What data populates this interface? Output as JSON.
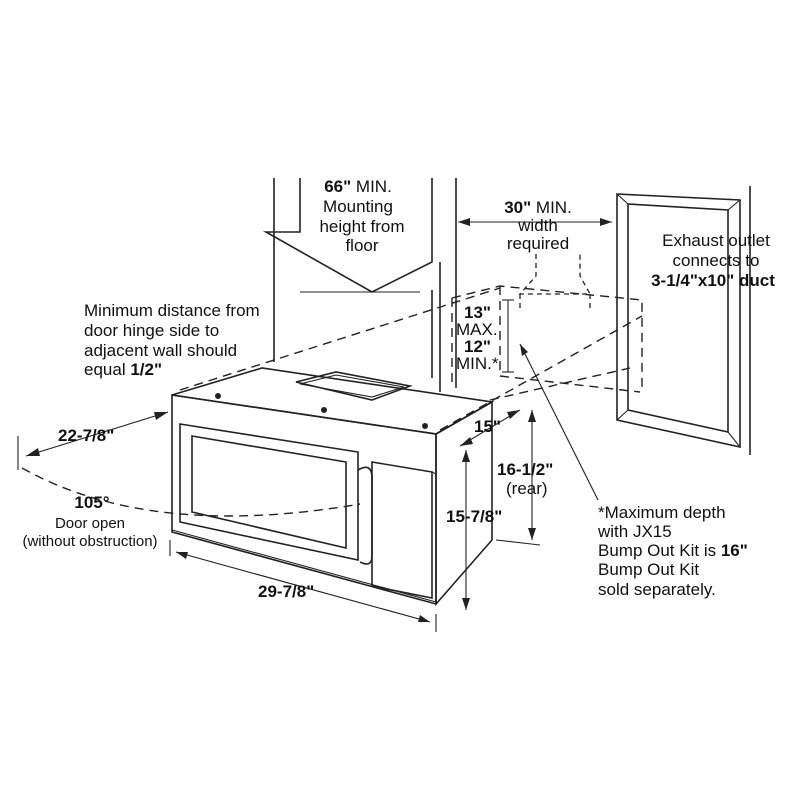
{
  "diagram": {
    "mounting_height": {
      "value": "66\"",
      "rest": [
        " MIN.",
        "Mounting",
        "height from",
        "floor"
      ]
    },
    "width_required": {
      "value": "30\"",
      "rest": [
        " MIN.",
        "width",
        "required"
      ]
    },
    "exhaust": {
      "lines": [
        "Exhaust outlet",
        "connects to",
        "3-1/4\"x10\" duct"
      ]
    },
    "hinge_note": {
      "lines": [
        "Minimum distance from",
        "door hinge side to",
        "adjacent wall should"
      ],
      "last_prefix": "equal ",
      "last_value": "1/2\""
    },
    "cabinet_gap": {
      "lines": [
        "13\"",
        "MAX.",
        "12\"",
        "MIN.*"
      ]
    },
    "dimensions": {
      "door_swing_depth": "22-7/8\"",
      "depth": "15\"",
      "height_rear": "16-1/2\"",
      "height_rear_note": "(rear)",
      "height_front": "15-7/8\"",
      "width": "29-7/8\""
    },
    "door_open": {
      "angle": "105°",
      "lines": [
        "Door open",
        "(without obstruction)"
      ]
    },
    "bump_out": {
      "lines": [
        "*Maximum depth",
        "with JX15"
      ],
      "third_prefix": "Bump Out Kit is ",
      "third_value": "16\"",
      "rest": [
        "Bump Out Kit",
        "sold separately."
      ]
    }
  }
}
